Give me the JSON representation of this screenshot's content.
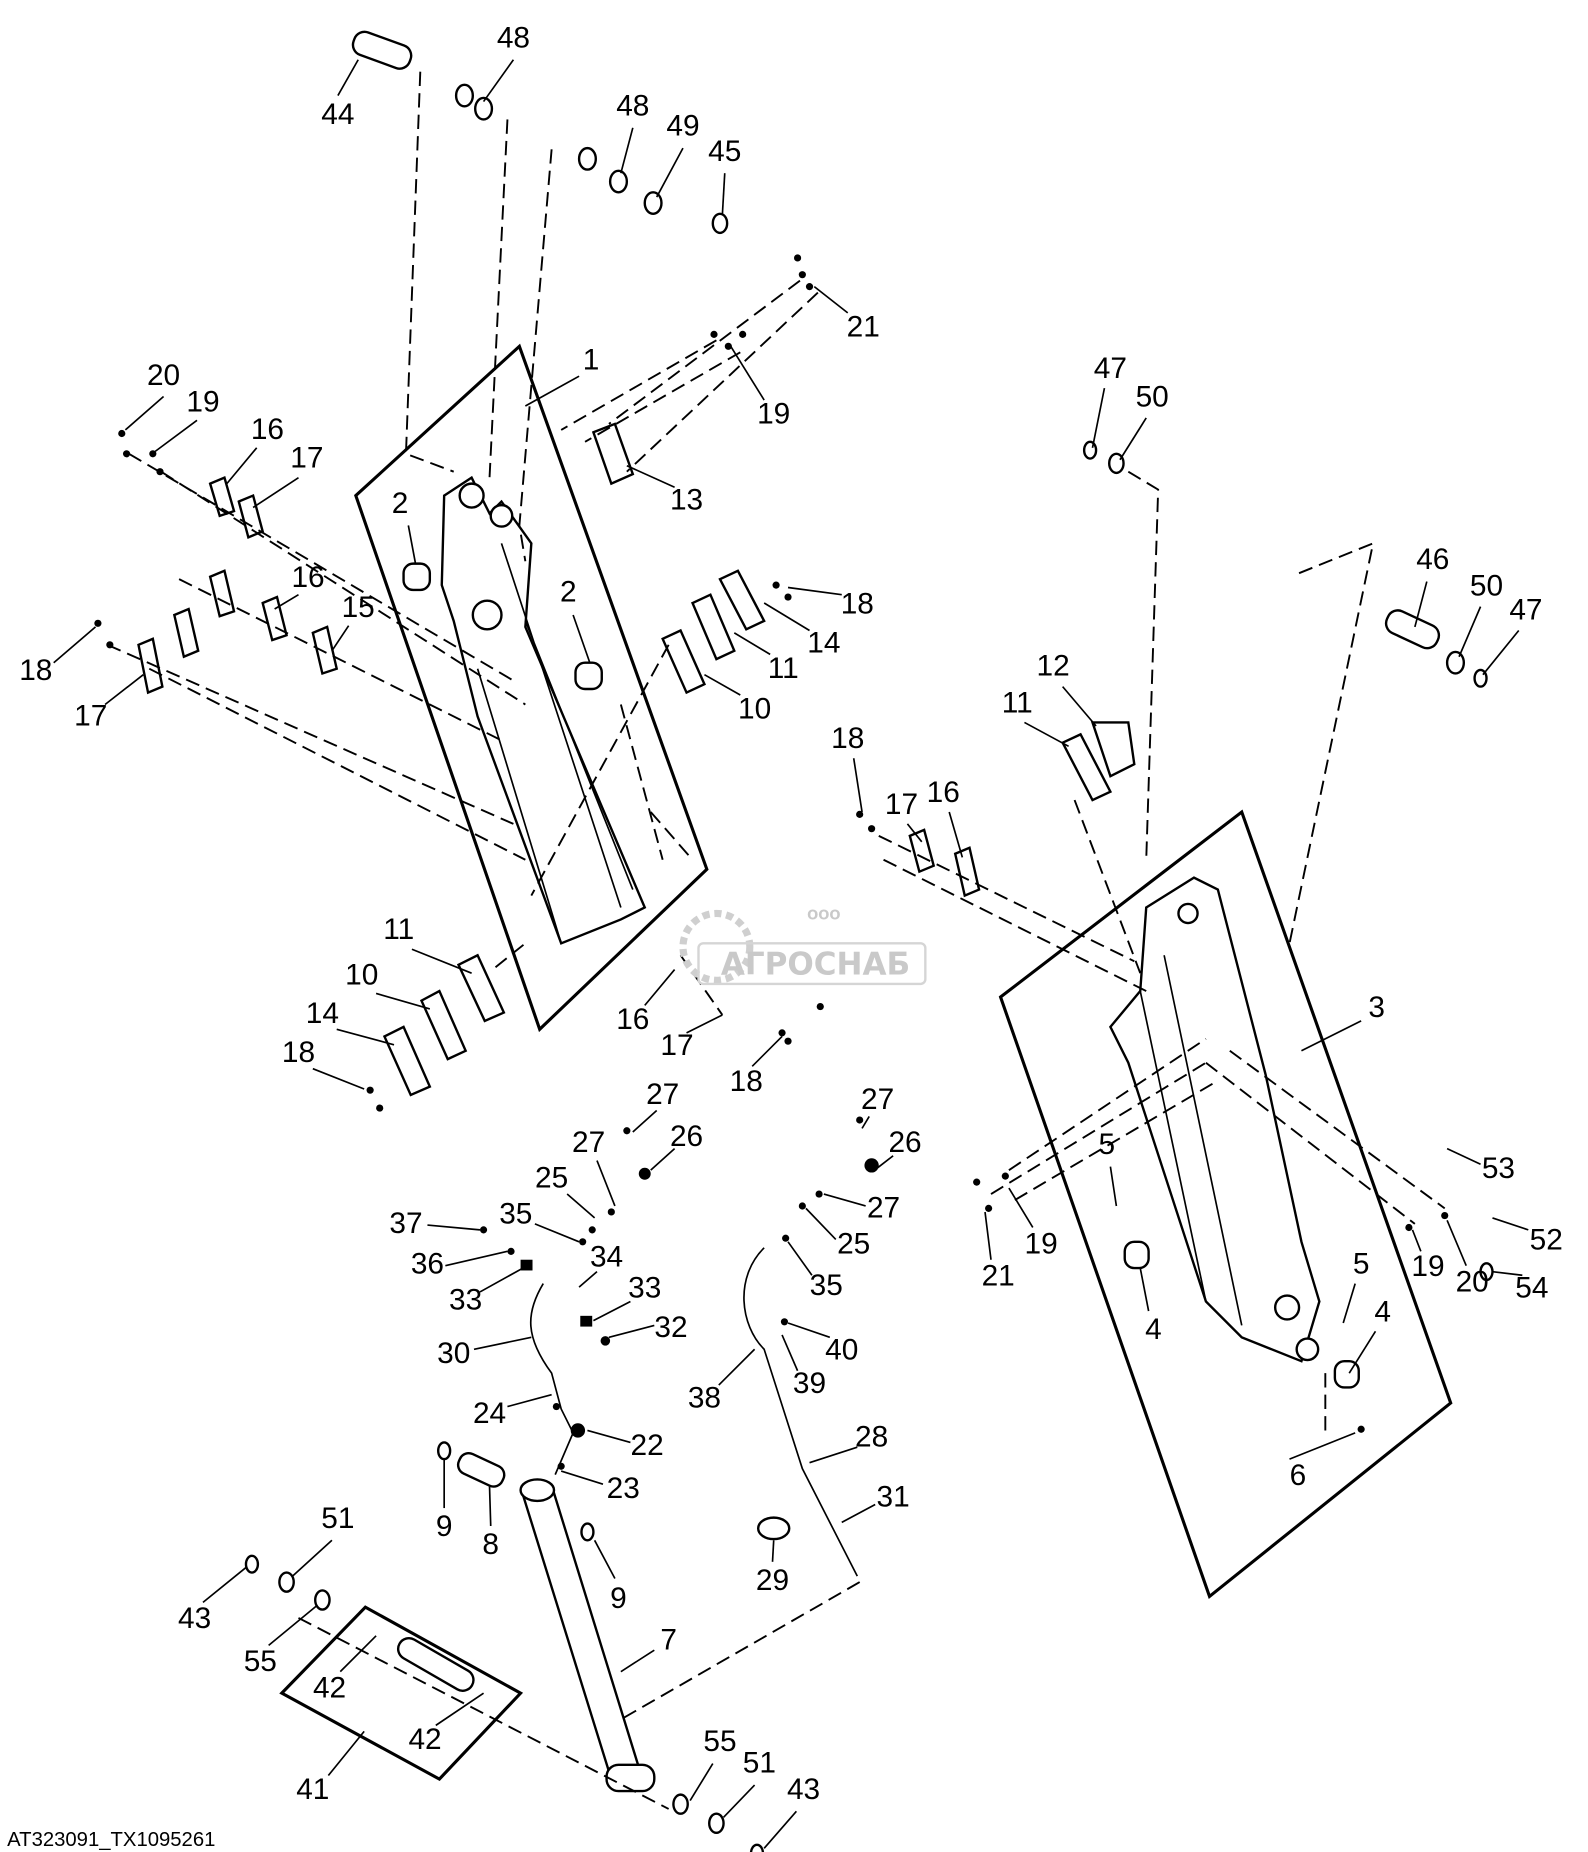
{
  "caption": "AT323091_TX1095261",
  "watermark": {
    "small": "ООО",
    "name": "АГРОСНАБ"
  },
  "callouts": [
    "44",
    "48",
    "48",
    "49",
    "45",
    "21",
    "1",
    "19",
    "20",
    "19",
    "16",
    "17",
    "13",
    "2",
    "2",
    "16",
    "15",
    "18",
    "14",
    "11",
    "10",
    "18",
    "17",
    "47",
    "50",
    "46",
    "50",
    "47",
    "12",
    "11",
    "18",
    "17",
    "16",
    "3",
    "11",
    "10",
    "14",
    "18",
    "16",
    "17",
    "18",
    "27",
    "26",
    "27",
    "25",
    "37",
    "35",
    "36",
    "34",
    "33",
    "33",
    "32",
    "30",
    "24",
    "22",
    "23",
    "9",
    "8",
    "9",
    "27",
    "26",
    "27",
    "25",
    "35",
    "40",
    "39",
    "38",
    "28",
    "31",
    "29",
    "5",
    "19",
    "21",
    "4",
    "5",
    "4",
    "6",
    "53",
    "52",
    "19",
    "20",
    "54",
    "7",
    "51",
    "43",
    "55",
    "42",
    "42",
    "41",
    "55",
    "51",
    "43"
  ]
}
